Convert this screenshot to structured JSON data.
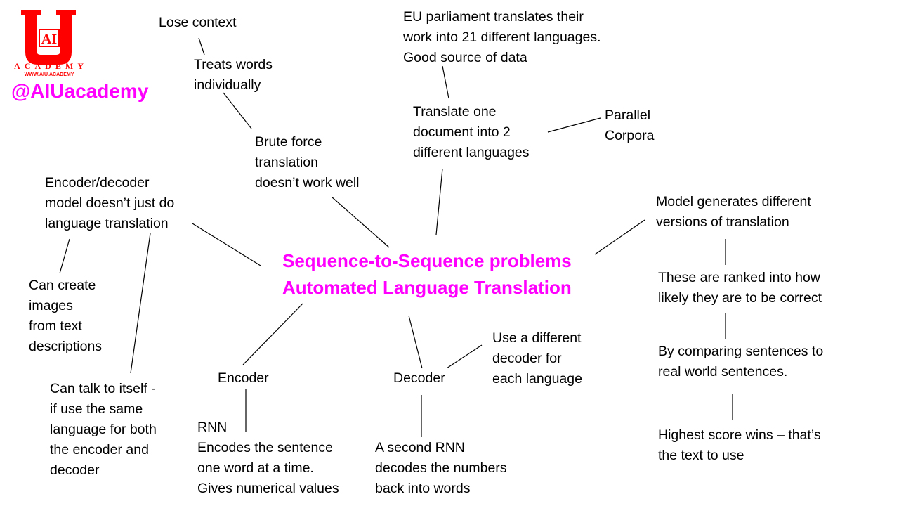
{
  "logo": {
    "name": "AIU",
    "line1": "ACADEMY",
    "line2": "WWW.AIU.ACADEMY",
    "color": "#ff0000"
  },
  "handle": "@AIUacademy",
  "title": {
    "line1": "Sequence-to-Sequence problems",
    "line2": "Automated Language Translation",
    "color": "#ff00ff"
  },
  "nodes": {
    "lose_context": [
      "Lose context"
    ],
    "treats_words": [
      "Treats words",
      "individually"
    ],
    "brute_force": [
      "Brute force",
      "translation",
      "doesn’t work well"
    ],
    "eu_parliament": [
      "EU parliament translates their",
      "work into 21 different languages.",
      "Good source of data"
    ],
    "translate_one": [
      "Translate one",
      "document into 2",
      "different languages"
    ],
    "parallel_corpora": [
      "Parallel",
      "Corpora"
    ],
    "encoder_decoder_model": [
      "Encoder/decoder",
      "model doesn’t just do",
      "language translation"
    ],
    "create_images": [
      "Can create",
      "images",
      "from text",
      "descriptions"
    ],
    "talk_to_itself": [
      "Can talk to itself -",
      "if use the same",
      "language for both",
      "the encoder and",
      "decoder"
    ],
    "encoder": [
      "Encoder"
    ],
    "rnn": [
      "RNN",
      "Encodes the sentence",
      "one word at a time.",
      "Gives numerical values"
    ],
    "decoder": [
      "Decoder"
    ],
    "different_decoder": [
      "Use a different",
      "decoder for",
      "each language"
    ],
    "second_rnn": [
      "A second RNN",
      "decodes the numbers",
      "back into words"
    ],
    "model_generates": [
      "Model generates different",
      "versions of translation"
    ],
    "ranked": [
      "These are ranked into how",
      "likely they are to be correct"
    ],
    "comparing": [
      "By comparing sentences to",
      "real world sentences."
    ],
    "highest_score": [
      "Highest score wins – that’s",
      "the text to use"
    ]
  }
}
